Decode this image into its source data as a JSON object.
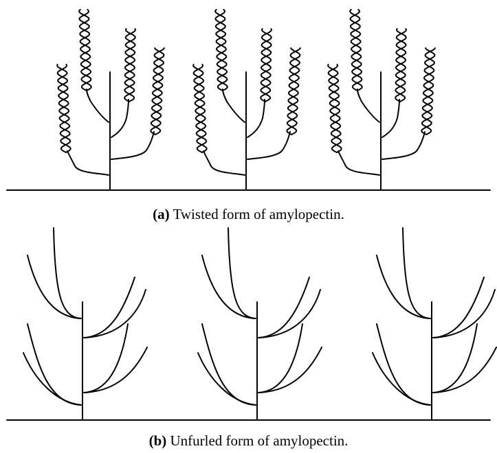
{
  "figure": {
    "panel_a": {
      "label": "(a)",
      "caption": "Twisted form of amylopectin.",
      "form": "twisted",
      "unit_count": 3
    },
    "panel_b": {
      "label": "(b)",
      "caption": "Unfurled form of amylopectin.",
      "form": "unfurled",
      "unit_count": 3
    }
  }
}
